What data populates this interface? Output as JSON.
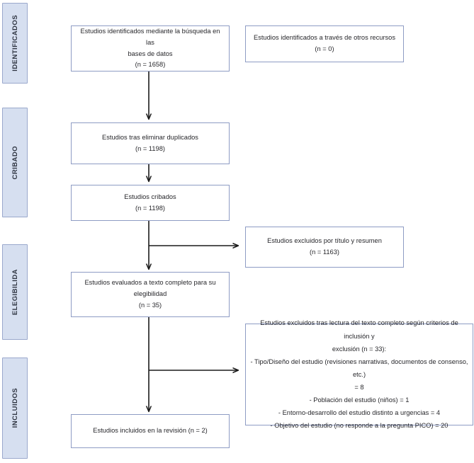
{
  "diagram": {
    "title": "PRISMA flow diagram",
    "language": "es",
    "colors": {
      "stage_label_fill": "#d6dff0",
      "stage_label_border": "#9aa8cc",
      "box_border": "#8e9cc4",
      "box_fill": "#ffffff",
      "connector": "#1a1a1a",
      "text": "#27272b"
    },
    "stages": [
      {
        "id": "identificados",
        "label": "IDENTIFICADOS"
      },
      {
        "id": "cribado",
        "label": "CRIBADO"
      },
      {
        "id": "elegibilidad",
        "label": "ELEGIBILIDA"
      },
      {
        "id": "incluidos",
        "label": "INCLUIDOS"
      }
    ],
    "boxes": {
      "identified_databases": {
        "lines": [
          "Estudios identificados mediante la búsqueda en las",
          "bases de datos",
          "(n = 1658)"
        ],
        "count": 1658
      },
      "identified_other": {
        "lines": [
          "Estudios identificados a través de otros recursos",
          "(n = 0)"
        ],
        "count": 0
      },
      "after_duplicates": {
        "lines": [
          "Estudios tras eliminar duplicados",
          "(n = 1198)"
        ],
        "count": 1198
      },
      "screened": {
        "lines": [
          "Estudios cribados",
          "(n = 1198)"
        ],
        "count": 1198
      },
      "excluded_title_abstract": {
        "lines": [
          "Estudios excluidos por título y resumen",
          "(n = 1163)"
        ],
        "count": 1163
      },
      "fulltext_assessed": {
        "lines": [
          "Estudios evaluados a texto completo para su",
          "elegibilidad",
          "(n = 35)"
        ],
        "count": 35
      },
      "excluded_fulltext": {
        "lines": [
          "Estudios excluidos tras lectura del texto completo según criterios de inclusión y",
          "exclusión (n = 33):",
          "- Tipo/Diseño del estudio (revisiones narrativas, documentos de consenso, etc.)",
          "= 8",
          "- Población del estudio (niños) = 1",
          "- Entorno-desarrollo del estudio distinto a urgencias = 4",
          "- Objetivo del estudio (no responde a la pregunta PICO) = 20"
        ],
        "count": 33,
        "reasons": [
          {
            "label": "Tipo/Diseño del estudio (revisiones narrativas, documentos de consenso, etc.)",
            "value": 8
          },
          {
            "label": "Población del estudio (niños)",
            "value": 1
          },
          {
            "label": "Entorno-desarrollo del estudio distinto a urgencias",
            "value": 4
          },
          {
            "label": "Objetivo del estudio (no responde a la pregunta PICO)",
            "value": 20
          }
        ]
      },
      "included": {
        "lines": [
          "Estudios incluidos en la revisión (n = 2)"
        ],
        "count": 2
      }
    }
  }
}
